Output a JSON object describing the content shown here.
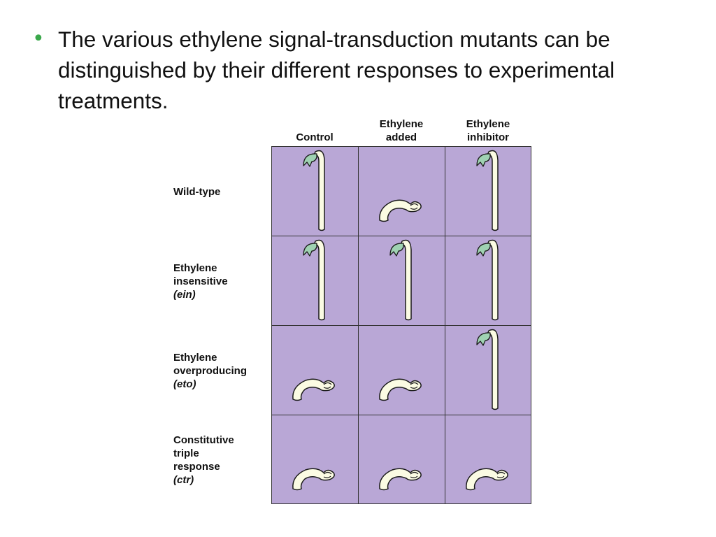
{
  "bullet": {
    "text": "The various ethylene signal-transduction mutants can be distinguished by their different responses to experimental treatments."
  },
  "table": {
    "columns": [
      {
        "line1": "",
        "line2": "Control"
      },
      {
        "line1": "Ethylene",
        "line2": "added"
      },
      {
        "line1": "Ethylene",
        "line2": "inhibitor"
      }
    ],
    "rows": [
      {
        "lines": [
          "Wild-type"
        ],
        "italic": "",
        "phenotypes": [
          "elongated",
          "triple-response",
          "elongated"
        ]
      },
      {
        "lines": [
          "Ethylene",
          "insensitive"
        ],
        "italic": "(ein)",
        "phenotypes": [
          "elongated",
          "elongated",
          "elongated"
        ]
      },
      {
        "lines": [
          "Ethylene",
          "overproducing"
        ],
        "italic": "(eto)",
        "phenotypes": [
          "triple-response",
          "triple-response",
          "elongated"
        ]
      },
      {
        "lines": [
          "Constitutive",
          "triple",
          "response"
        ],
        "italic": "(ctr)",
        "phenotypes": [
          "triple-response",
          "triple-response",
          "triple-response"
        ]
      }
    ]
  },
  "colors": {
    "bullet": "#3aa84b",
    "cell_fill": "#b9a7d6",
    "grid_line": "#333333",
    "stem": "#fbfbe3",
    "cotyledon": "#9fd2b2",
    "outline": "#1a1a1a"
  }
}
